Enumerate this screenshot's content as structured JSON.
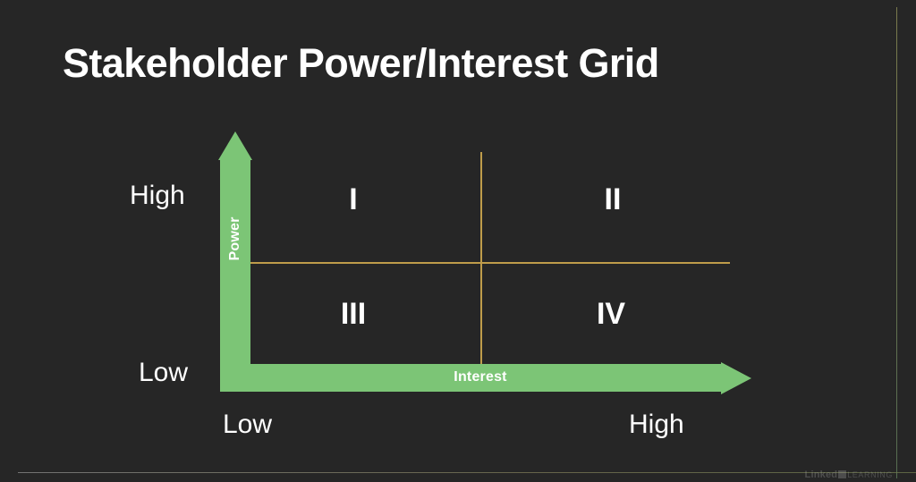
{
  "slide": {
    "title": "Stakeholder Power/Interest Grid",
    "background_color": "#262626",
    "accent_color": "#7cc576",
    "divider_color": "#bf9c4a",
    "text_color": "#ffffff"
  },
  "axes": {
    "y": {
      "title": "Power",
      "high_label": "High",
      "low_label": "Low",
      "direction": "up"
    },
    "x": {
      "title": "Interest",
      "low_label": "Low",
      "high_label": "High",
      "direction": "right"
    }
  },
  "quadrants": [
    {
      "id": "q1",
      "label": "I",
      "power": "High",
      "interest": "Low"
    },
    {
      "id": "q2",
      "label": "II",
      "power": "High",
      "interest": "High"
    },
    {
      "id": "q3",
      "label": "III",
      "power": "Low",
      "interest": "Low"
    },
    {
      "id": "q4",
      "label": "IV",
      "power": "Low",
      "interest": "High"
    }
  ],
  "watermark": {
    "brand": "Linked",
    "mark": "in",
    "product": "LEARNING"
  },
  "chart_data": {
    "type": "scatter",
    "title": "Stakeholder Power/Interest Grid",
    "xlabel": "Interest",
    "ylabel": "Power",
    "xlim": [
      "Low",
      "High"
    ],
    "ylim": [
      "Low",
      "High"
    ],
    "grid": false,
    "legend": "none",
    "quadrant_labels": [
      "I",
      "II",
      "III",
      "IV"
    ],
    "quadrant_positions": {
      "I": "top-left",
      "II": "top-right",
      "III": "bottom-left",
      "IV": "bottom-right"
    },
    "series": [],
    "annotations": [
      "I",
      "II",
      "III",
      "IV",
      "High",
      "Low",
      "Low",
      "High",
      "Power",
      "Interest"
    ]
  }
}
